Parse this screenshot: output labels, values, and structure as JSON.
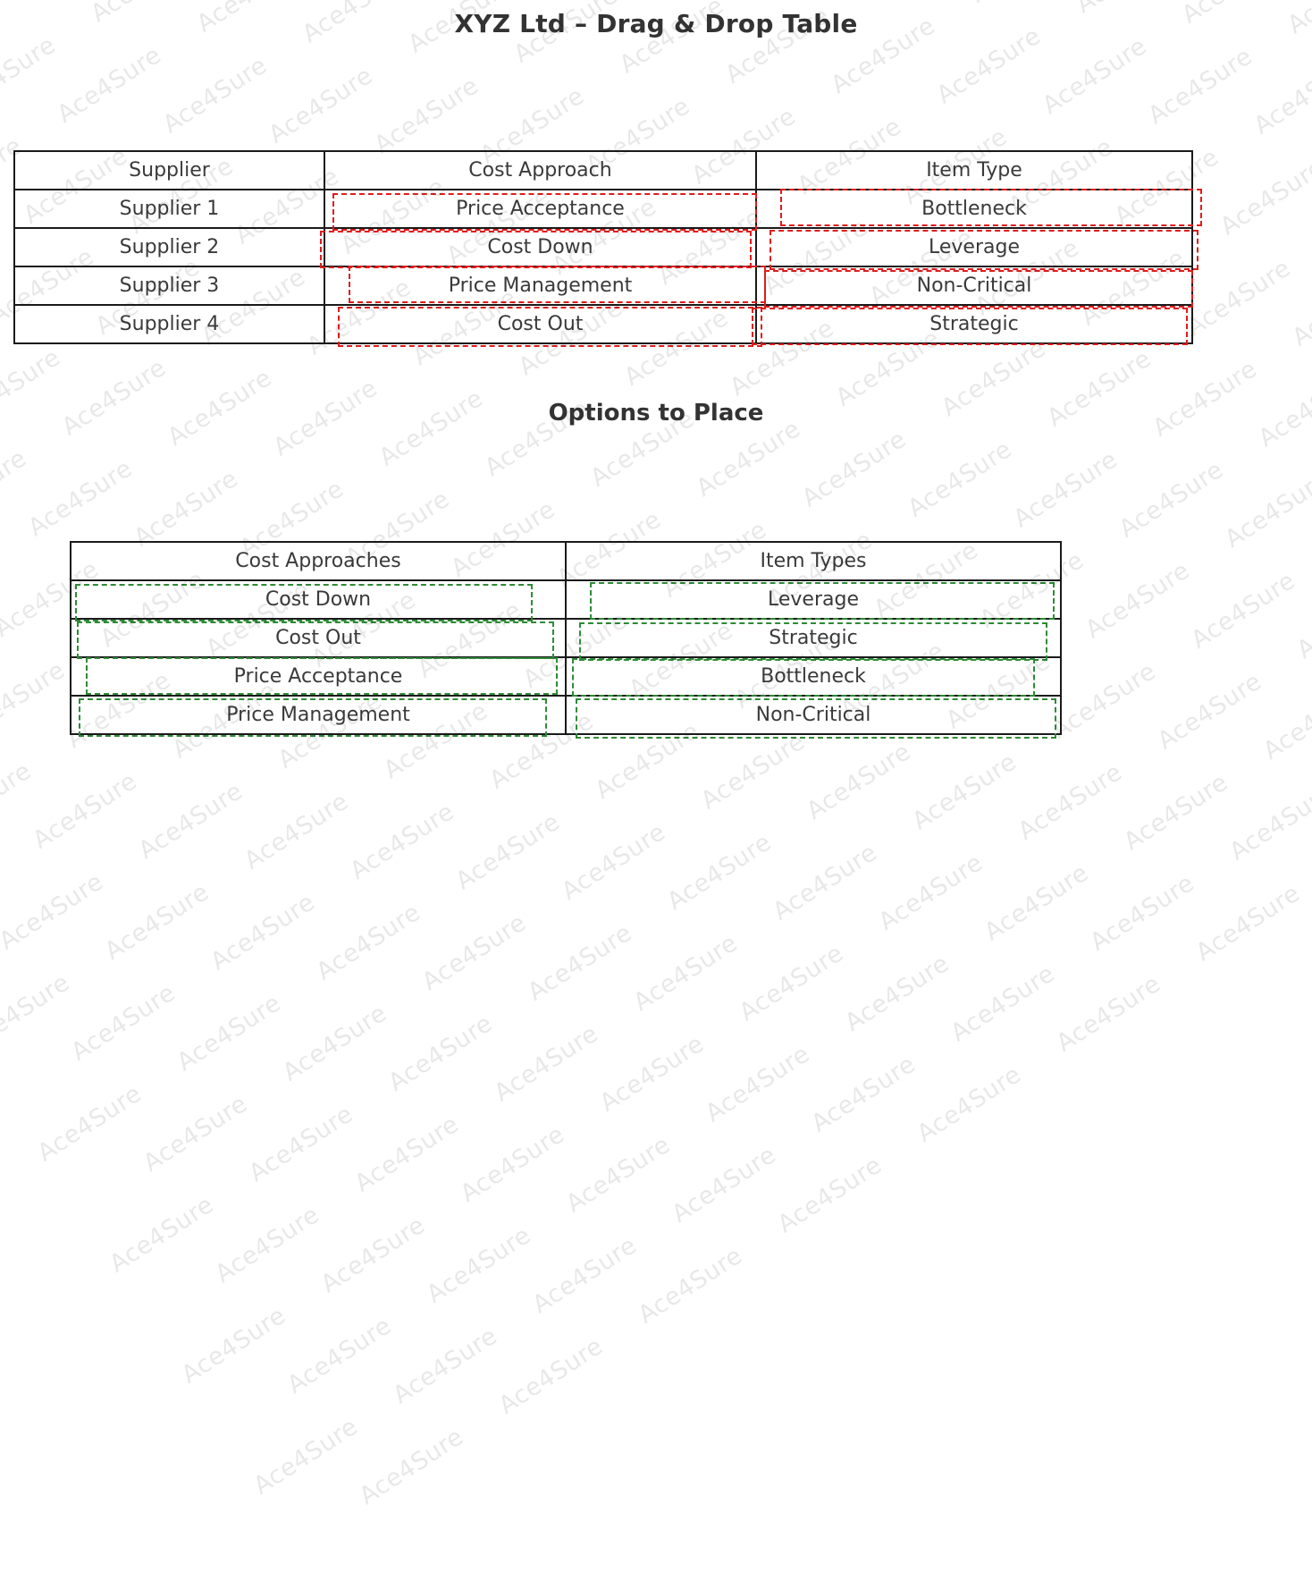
{
  "page": {
    "title": "XYZ Ltd – Drag & Drop Table",
    "section_title": "Options to Place",
    "watermark_text": "Ace4Sure",
    "colors": {
      "dropzone_border": "#e01b1b",
      "draggable_border": "#2e8b36",
      "table_border": "#1a1a1a",
      "text": "#3a3a3a",
      "heading": "#333333"
    }
  },
  "main_table": {
    "name": "drag-drop-answer-table",
    "headers": [
      "Supplier",
      "Cost Approach",
      "Item Type"
    ],
    "rows": [
      {
        "supplier": "Supplier 1",
        "cost_approach": "Price Acceptance",
        "item_type": "Bottleneck"
      },
      {
        "supplier": "Supplier 2",
        "cost_approach": "Cost Down",
        "item_type": "Leverage"
      },
      {
        "supplier": "Supplier 3",
        "cost_approach": "Price Management",
        "item_type": "Non-Critical"
      },
      {
        "supplier": "Supplier 4",
        "cost_approach": "Cost Out",
        "item_type": "Strategic"
      }
    ]
  },
  "options_table": {
    "name": "options-to-place-table",
    "headers": [
      "Cost Approaches",
      "Item Types"
    ],
    "cost_approaches": [
      "Cost Down",
      "Cost Out",
      "Price Acceptance",
      "Price Management"
    ],
    "item_types": [
      "Leverage",
      "Strategic",
      "Bottleneck",
      "Non-Critical"
    ]
  }
}
